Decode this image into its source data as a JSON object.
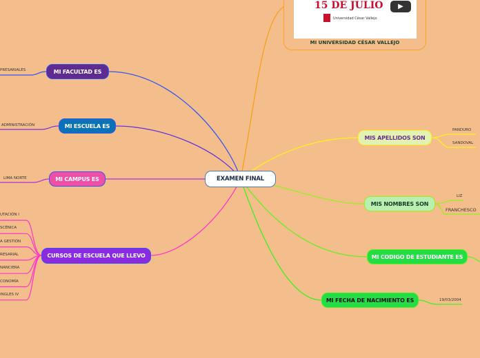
{
  "center": {
    "label": "EXAMEN FINAL"
  },
  "image_node": {
    "caption": "MI UNIVERSIDAD CÉSAR VALLEJO",
    "image_text": "15 DE JULIO",
    "logo_text": "Universidad César Vallejo",
    "icon": "play-icon"
  },
  "left": [
    {
      "label": "MI FACULTAD ES",
      "leaves": [
        "PRESARIALES"
      ]
    },
    {
      "label": "MI ESCUELA ES",
      "leaves": [
        "ADMINISTRACIÓN"
      ]
    },
    {
      "label": "MI CAMPUS ES",
      "leaves": [
        "LIMA NORTE"
      ]
    },
    {
      "label": "CURSOS DE ESCUELA QUE LLEVO",
      "leaves": [
        "UTACIÓN I",
        "SCÉNICA",
        "A GESTIÓN",
        "RESARIAL",
        "NANCIERA",
        "CONOMÍA",
        "INGLES IV"
      ]
    }
  ],
  "right": [
    {
      "label": "MIS APELLIDOS SON",
      "leaves": [
        "PANDURO",
        "SANDOVAL"
      ]
    },
    {
      "label": "MIS NOMBRES SON",
      "leaves": [
        "LIZ",
        "FRANCHESCO"
      ]
    },
    {
      "label": "MI CODIGO DE ESTUDIANTE ES",
      "leaves": []
    },
    {
      "label": "MI FECHA DE NACIMIENTO ES",
      "leaves": [
        "19/03/2004"
      ]
    }
  ],
  "colors": {
    "background": "#f3be8b",
    "facultad": "#5e2b92",
    "escuela": "#0b72b5",
    "campus": "#ee4fa8",
    "cursos": "#8a2be2",
    "apellidos": "#e2f2b0",
    "nombres": "#b9f0b0",
    "codigo": "#24dd45"
  }
}
